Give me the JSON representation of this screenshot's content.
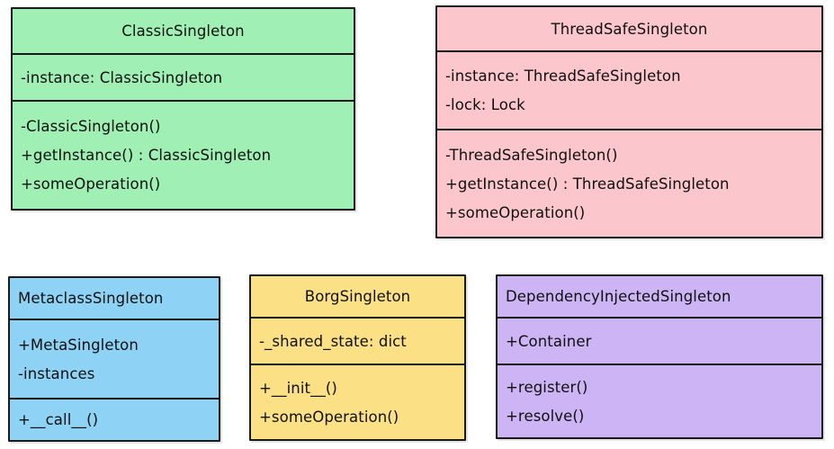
{
  "diagram": {
    "type": "uml-class-diagram",
    "background": "#ffffff",
    "classes": [
      {
        "id": "classic-singleton",
        "name": "ClassicSingleton",
        "title_align": "center",
        "fill": "#a0f0b5",
        "attributes": [
          "-instance: ClassicSingleton"
        ],
        "operations": [
          "-ClassicSingleton()",
          "+getInstance() : ClassicSingleton",
          "+someOperation()"
        ]
      },
      {
        "id": "thread-safe-singleton",
        "name": "ThreadSafeSingleton",
        "title_align": "center",
        "fill": "#fcc7cc",
        "attributes": [
          "-instance: ThreadSafeSingleton",
          "-lock: Lock"
        ],
        "operations": [
          "-ThreadSafeSingleton()",
          "+getInstance() : ThreadSafeSingleton",
          "+someOperation()"
        ]
      },
      {
        "id": "metaclass-singleton",
        "name": "MetaclassSingleton",
        "title_align": "left",
        "fill": "#8ed3f5",
        "attributes": [
          "+MetaSingleton",
          "-instances"
        ],
        "operations": [
          "+__call__()"
        ]
      },
      {
        "id": "borg-singleton",
        "name": "BorgSingleton",
        "title_align": "center",
        "fill": "#fbe086",
        "attributes": [
          "-_shared_state: dict"
        ],
        "operations": [
          "+__init__()",
          "+someOperation()"
        ]
      },
      {
        "id": "dependency-injected-singleton",
        "name": "DependencyInjectedSingleton",
        "title_align": "left",
        "fill": "#cdb5f5",
        "attributes": [
          "+Container"
        ],
        "operations": [
          "+register()",
          "+resolve()"
        ]
      }
    ]
  }
}
